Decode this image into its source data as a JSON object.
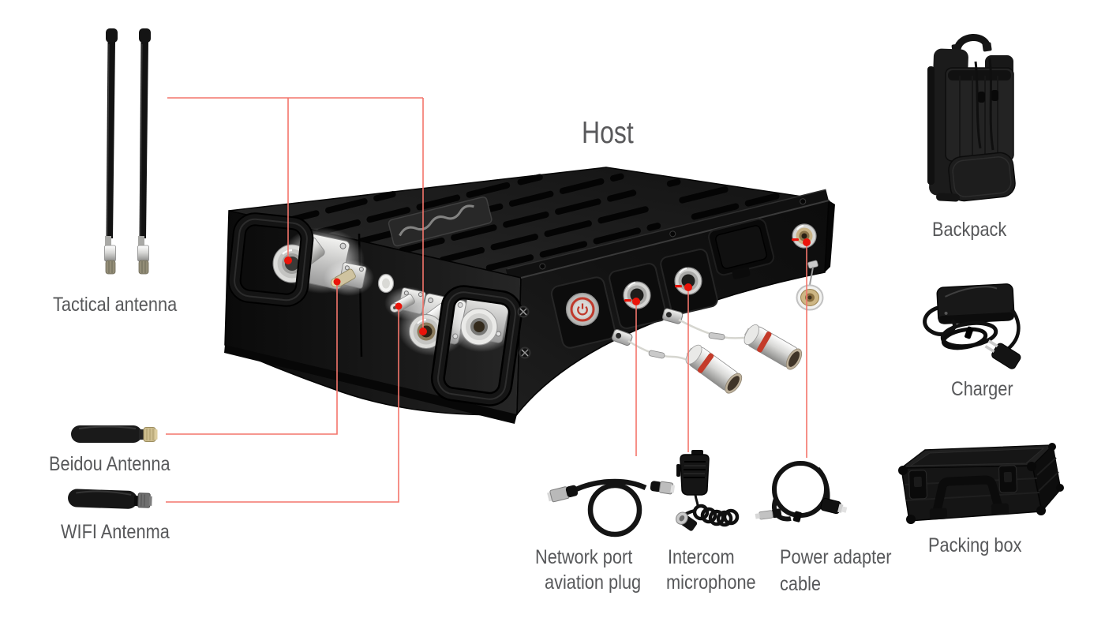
{
  "title": {
    "host": "Host"
  },
  "labels": {
    "tactical_antenna": "Tactical antenna",
    "beidou_antenna": "Beidou Antenna",
    "wifi_antenna": "WIFI Antenma",
    "backpack": "Backpack",
    "charger": "Charger",
    "packing_box": "Packing box",
    "network_plug": {
      "line1": "Network port",
      "line2": "aviation plug"
    },
    "intercom": {
      "line1": "Intercom",
      "line2": "microphone"
    },
    "power_cable": {
      "line1": "Power adapter",
      "line2": "cable"
    }
  },
  "colors": {
    "leader_line": "#f4756b",
    "marker_dot": "#ea140a",
    "label_text": "#57585a",
    "title_text": "#59595b",
    "device_body": "#161616",
    "accent_red_ring": "#c0392b"
  }
}
